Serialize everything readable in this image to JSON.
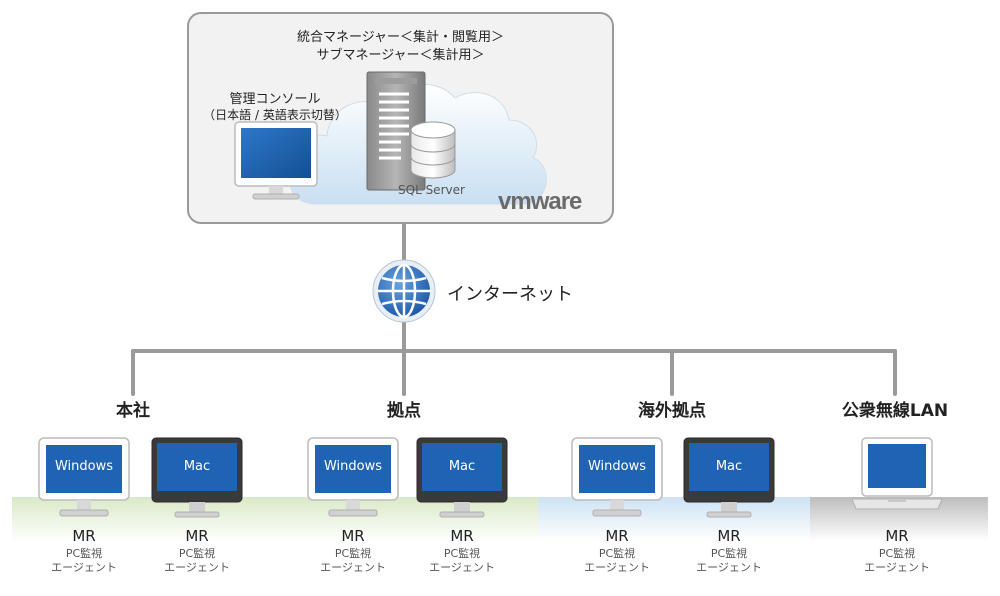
{
  "cloud_area": {
    "integrated_manager": "統合マネージャー＜集計・閲覧用＞",
    "sub_manager": "サブマネージャー＜集計用＞",
    "console_line1": "管理コンソール",
    "console_line2": "（日本語 / 英語表示切替）",
    "sql_server": "SQL Server",
    "vmware_logo": "vmware"
  },
  "network": {
    "label": "インターネット",
    "icon": "globe-icon"
  },
  "sites": [
    {
      "title": "本社",
      "band_color": "#d8e8c4",
      "devices": [
        {
          "type": "windows-monitor",
          "label": "Windows",
          "mr": "MR",
          "agent1": "PC監視",
          "agent2": "エージェント"
        },
        {
          "type": "mac-monitor",
          "label": "Mac",
          "mr": "MR",
          "agent1": "PC監視",
          "agent2": "エージェント"
        }
      ]
    },
    {
      "title": "拠点",
      "band_color": "#d8e8c4",
      "devices": [
        {
          "type": "windows-monitor",
          "label": "Windows",
          "mr": "MR",
          "agent1": "PC監視",
          "agent2": "エージェント"
        },
        {
          "type": "mac-monitor",
          "label": "Mac",
          "mr": "MR",
          "agent1": "PC監視",
          "agent2": "エージェント"
        }
      ]
    },
    {
      "title": "海外拠点",
      "band_color": "#cfe3f3",
      "devices": [
        {
          "type": "windows-monitor",
          "label": "Windows",
          "mr": "MR",
          "agent1": "PC監視",
          "agent2": "エージェント"
        },
        {
          "type": "mac-monitor",
          "label": "Mac",
          "mr": "MR",
          "agent1": "PC監視",
          "agent2": "エージェント"
        }
      ]
    },
    {
      "title": "公衆無線LAN",
      "band_color": "#c8c8c8",
      "devices": [
        {
          "type": "laptop",
          "label": "",
          "mr": "MR",
          "agent1": "PC監視",
          "agent2": "エージェント"
        }
      ]
    }
  ],
  "colors": {
    "line": "#9a9a9a",
    "screen_blue": "#1f64b4",
    "mac_bezel": "#3a3a3a"
  }
}
